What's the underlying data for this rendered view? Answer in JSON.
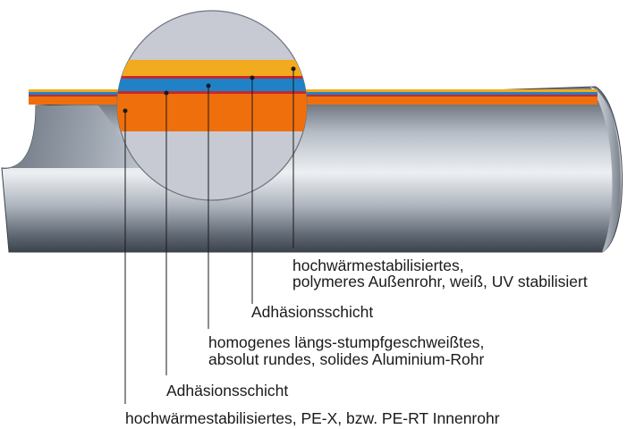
{
  "labels": {
    "outer_pipe": [
      "hochwärmestabilisiertes,",
      "polymeres Außenrohr, weiß, UV stabilisiert"
    ],
    "adhesion_outer": "Adhäsionsschicht",
    "aluminium": [
      "homogenes längs-stumpfgeschweißtes,",
      "absolut rundes, solides Aluminium-Rohr"
    ],
    "adhesion_inner": "Adhäsionsschicht",
    "inner_pipe": "hochwärmestabilisiertes, PE-X, bzw. PE-RT Innenrohr"
  },
  "colors": {
    "inner_pipe": "#ee6f0c",
    "adhesion": "#c9282c",
    "aluminium": "#1f82c7",
    "outer_pipe": "#f2ab1e",
    "pipe_surface": "#6b7480",
    "pipe_highlight": "#e2e6ec",
    "pipe_inside": "#a4acb6",
    "magnifier": "#c7cad3"
  }
}
